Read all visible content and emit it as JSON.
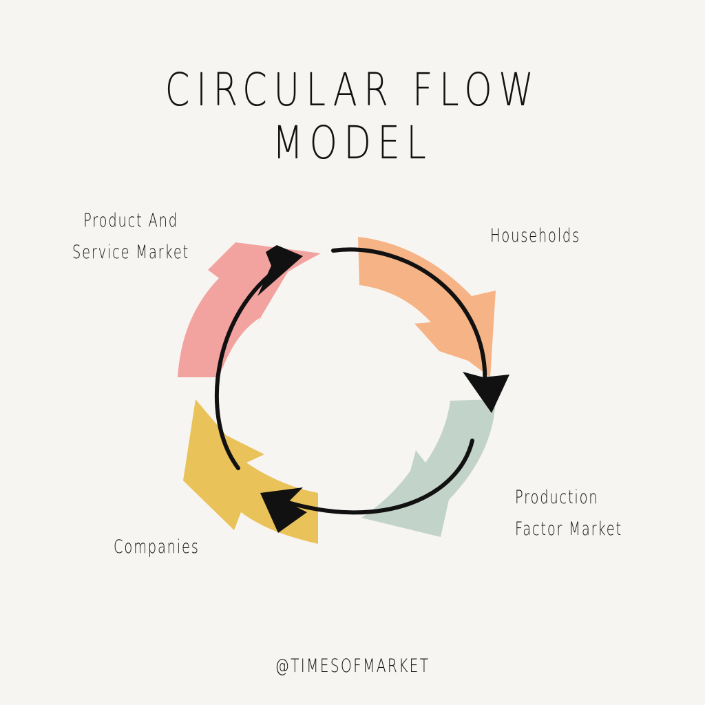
{
  "title": "CIRCULAR FLOW MODEL",
  "nodes": {
    "product_service_market": "Product And Service Market",
    "households": "Households",
    "production_factor_market": "Production Factor Market",
    "companies": "Companies"
  },
  "footer": "@TIMESOFMARKET",
  "colors": {
    "background": "#f7f5f1",
    "pink_arrow": "#f2a3a0",
    "orange_arrow": "#f5b386",
    "green_arrow": "#c2d3c9",
    "yellow_arrow": "#eac25a",
    "flow_arrow": "#111111"
  }
}
